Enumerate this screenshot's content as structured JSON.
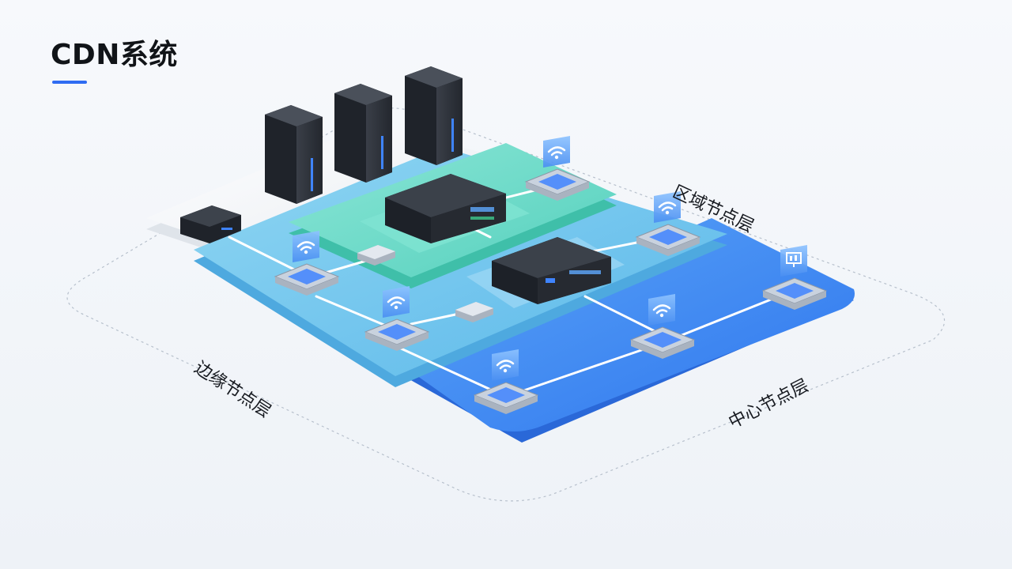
{
  "page": {
    "title": "CDN系统"
  },
  "layers": {
    "region": "区域节点层",
    "edge": "边缘节点层",
    "center": "中心节点层"
  },
  "colors": {
    "accent": "#2f6cf2",
    "center_layer": "#3d8ef5",
    "edge_layer": "#72c6ee",
    "region_layer": "#6fdcc8",
    "base_layer": "#f1f3f6",
    "server_dark": "#2c3038",
    "router_light": "#dde4ee",
    "wifi_blue": "#4a8ff2"
  },
  "icons": {
    "tower_server": "tower-server-icon",
    "box_server": "box-server-icon",
    "router": "router-node-icon",
    "wifi": "wifi-icon",
    "monitor": "monitor-icon",
    "switch": "switch-icon"
  }
}
